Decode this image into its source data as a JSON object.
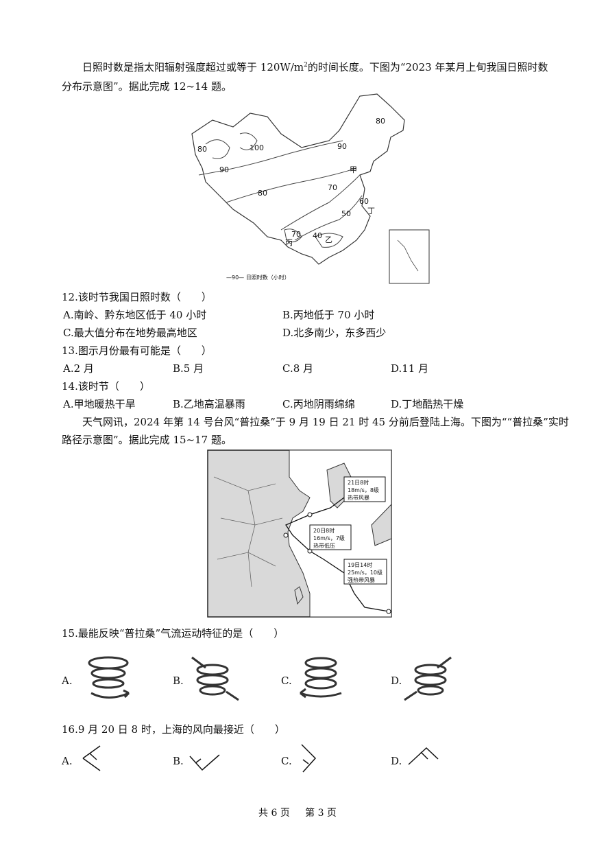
{
  "intro1": {
    "line1_a": "日照时数是指太阳辐射强度超过或等于 120W/m",
    "line1_sup": "2",
    "line1_b": "的时间长度。下图为“2023 年某月上旬我国日照时数",
    "line2": "分布示意图”。据此完成 12~14 题。"
  },
  "map1": {
    "contour_labels": [
      "80",
      "100",
      "90",
      "80",
      "90",
      "80",
      "70",
      "60",
      "50",
      "70",
      "40"
    ],
    "place_labels": [
      "甲",
      "乙",
      "丙",
      "丁"
    ],
    "legend": "—90— 日照时数（小时）"
  },
  "q12": {
    "stem": "12.该时节我国日照时数（　　）",
    "A": "A.南岭、黔东地区低于 40 小时",
    "B": "B.丙地低于 70 小时",
    "C": "C.最大值分布在地势最高地区",
    "D": "D.北多南少，东多西少"
  },
  "q13": {
    "stem": "13.图示月份最有可能是（　　）",
    "A": "A.2 月",
    "B": "B.5 月",
    "C": "C.8 月",
    "D": "D.11 月"
  },
  "q14": {
    "stem": "14.该时节（　　）",
    "A": "A.甲地暖热干旱",
    "B": "B.乙地高温暴雨",
    "C": "C.丙地阴雨绵绵",
    "D": "D.丁地酷热干燥"
  },
  "intro2": {
    "line1": "天气网讯，2024 年第 14 号台风“普拉桑”于 9 月 19 日 21 时 45 分前后登陆上海。下图为““普拉桑”实时",
    "line2": "路径示意图”。据此完成 15~17 题。"
  },
  "map2": {
    "box1": [
      "21日8时",
      "18m/s，8级",
      "热带风暴"
    ],
    "box2": [
      "20日8时",
      "16m/s，7级",
      "热带低压"
    ],
    "box3": [
      "19日14时",
      "25m/s，10级",
      "强热带风暴"
    ]
  },
  "q15": {
    "stem": "15.最能反映“普拉桑”气流运动特征的是（　　）",
    "A": "A.",
    "B": "B.",
    "C": "C.",
    "D": "D."
  },
  "q16": {
    "stem": "16.9 月 20 日 8 时，上海的风向最接近（　　）",
    "A": "A.",
    "B": "B.",
    "C": "C.",
    "D": "D."
  },
  "footer": {
    "total": "共 6 页",
    "page": "第 3 页"
  }
}
